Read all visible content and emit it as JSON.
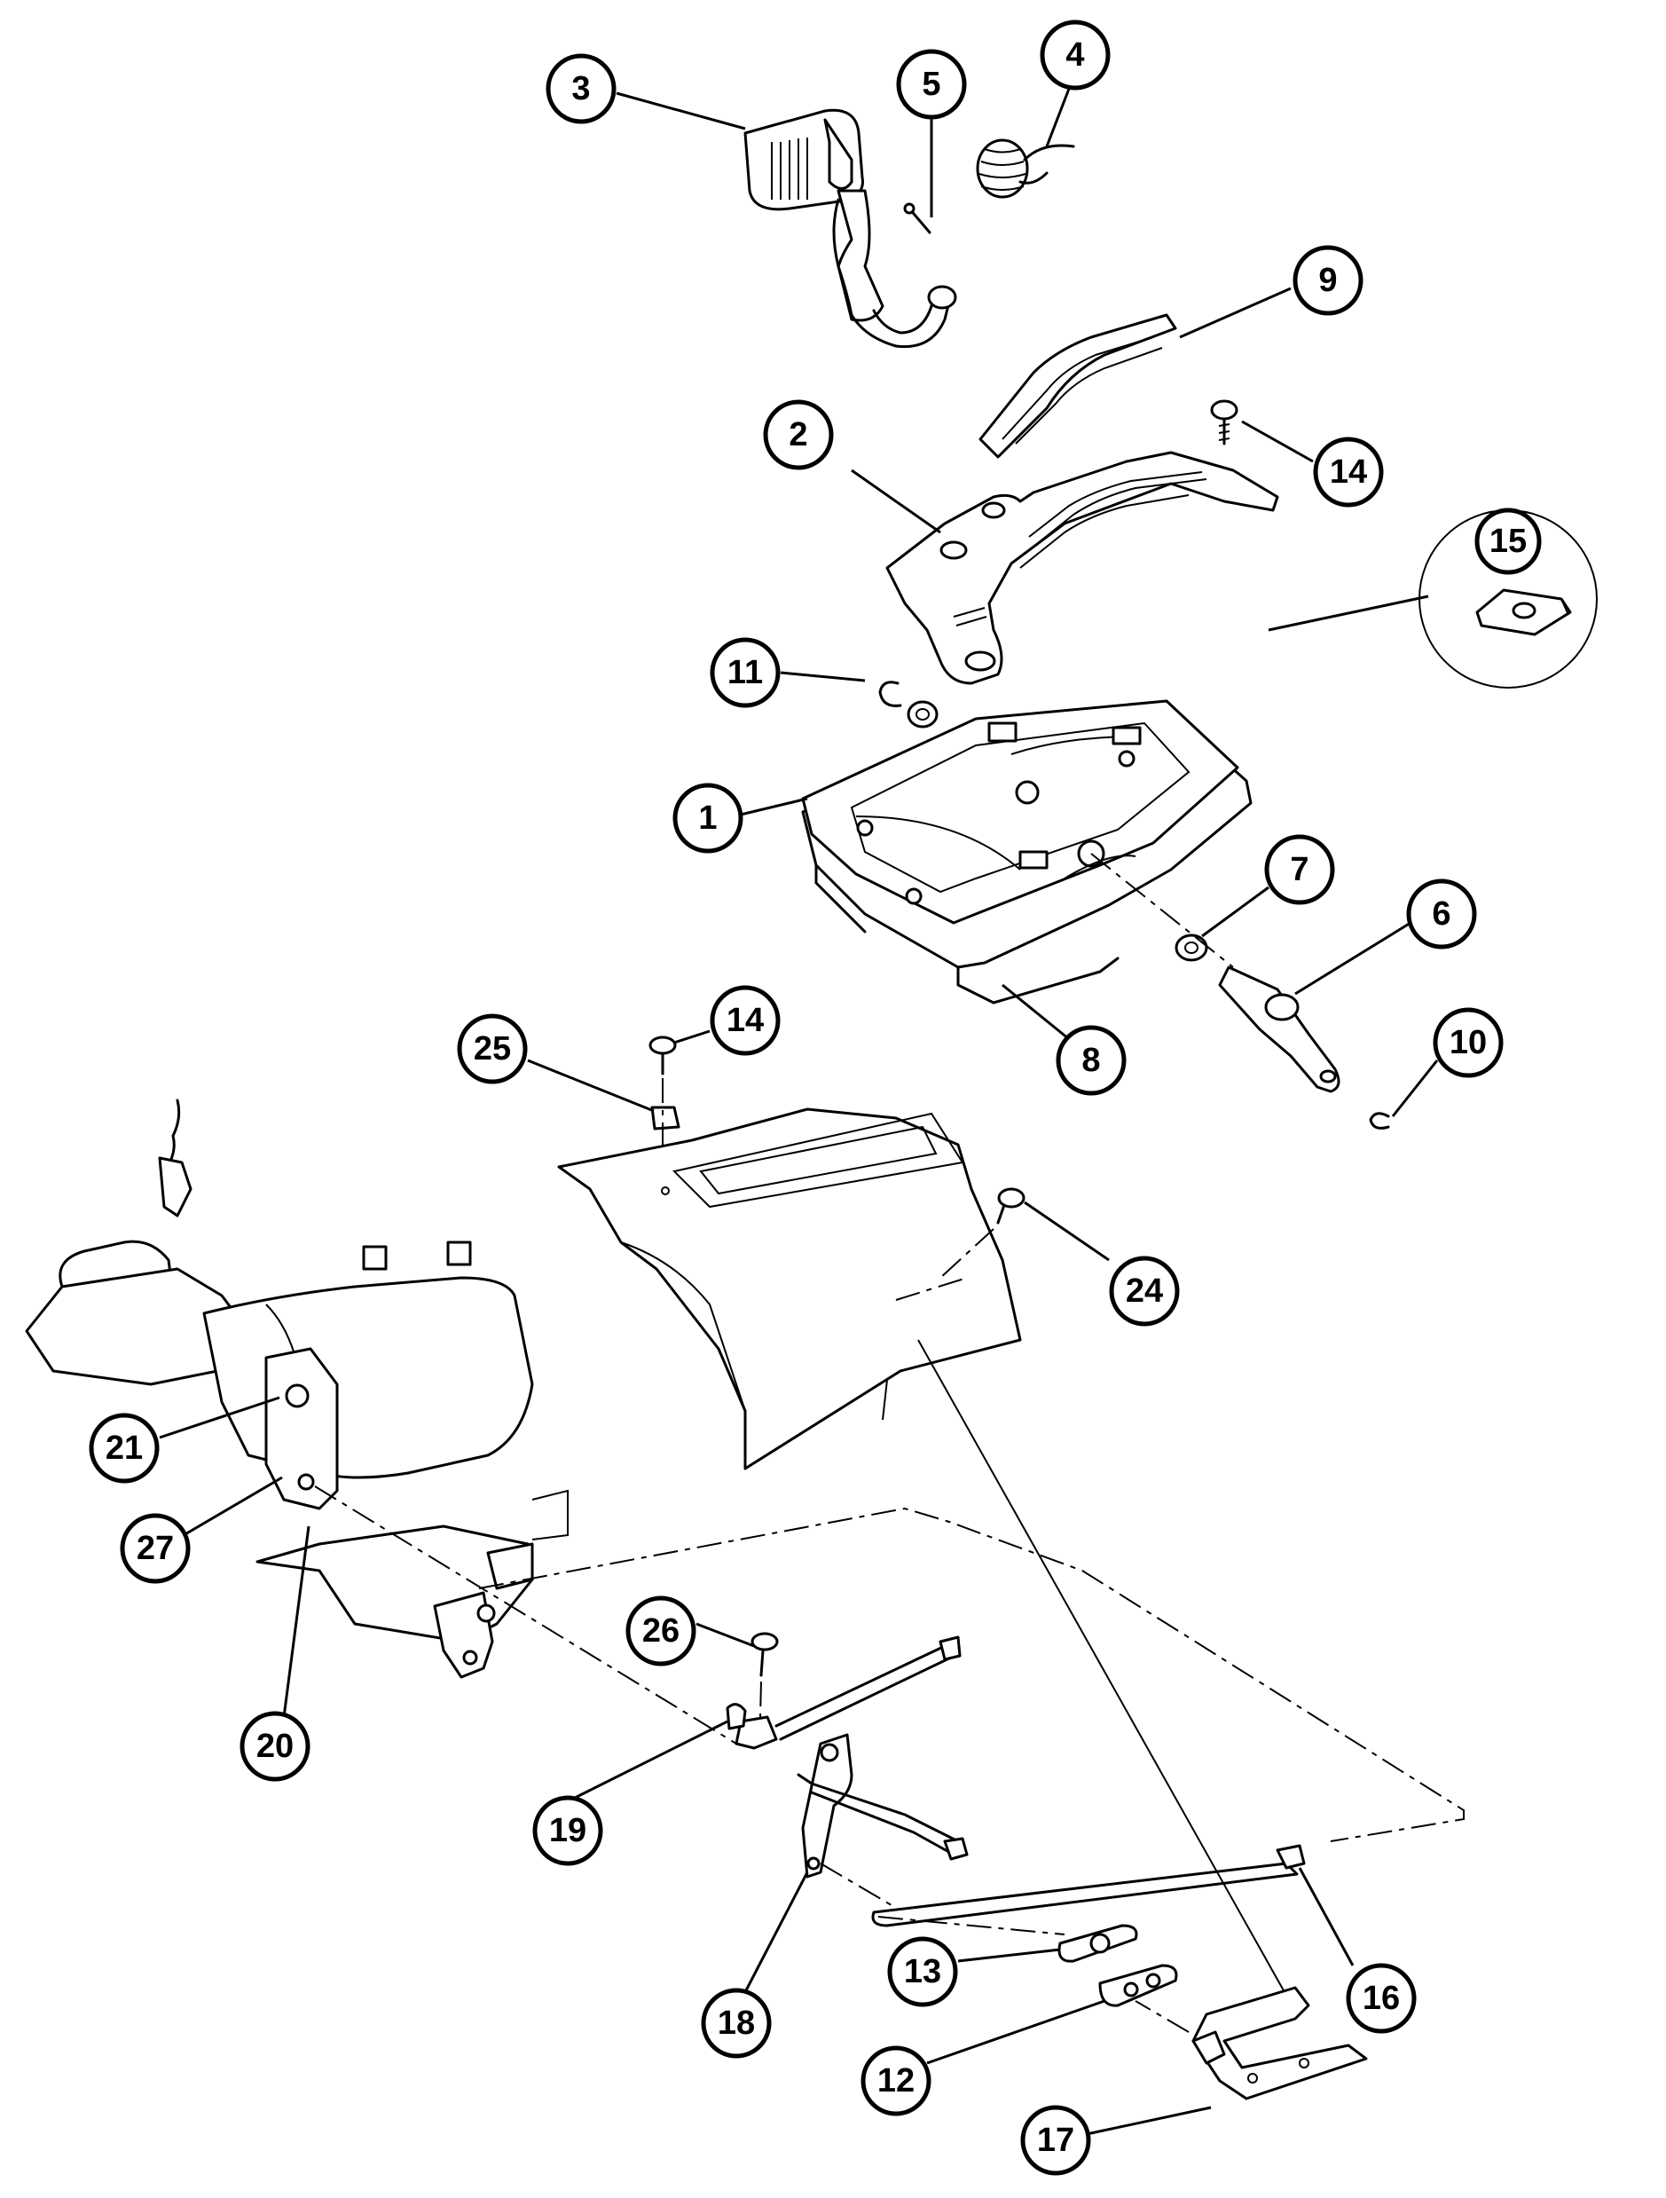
{
  "callouts": [
    "1",
    "2",
    "3",
    "4",
    "5",
    "6",
    "7",
    "8",
    "9",
    "10",
    "11",
    "12",
    "13",
    "14",
    "14",
    "15",
    "16",
    "17",
    "18",
    "19",
    "20",
    "21",
    "24",
    "25",
    "26",
    "27"
  ]
}
